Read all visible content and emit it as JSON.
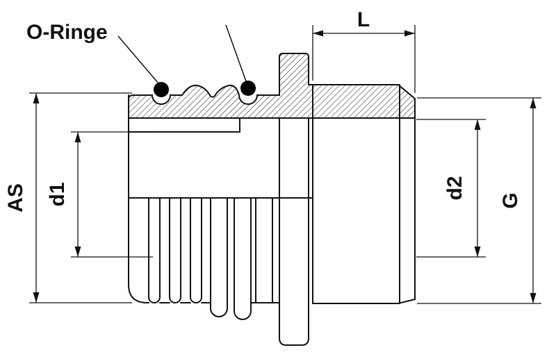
{
  "drawing": {
    "callout_oringe": "O-Ringe",
    "dim_L": "L",
    "dim_AS": "AS",
    "dim_d1": "d1",
    "dim_d2": "d2",
    "dim_G": "G"
  },
  "colors": {
    "line": "#111111",
    "background": "#ffffff",
    "oring": "#000000"
  }
}
